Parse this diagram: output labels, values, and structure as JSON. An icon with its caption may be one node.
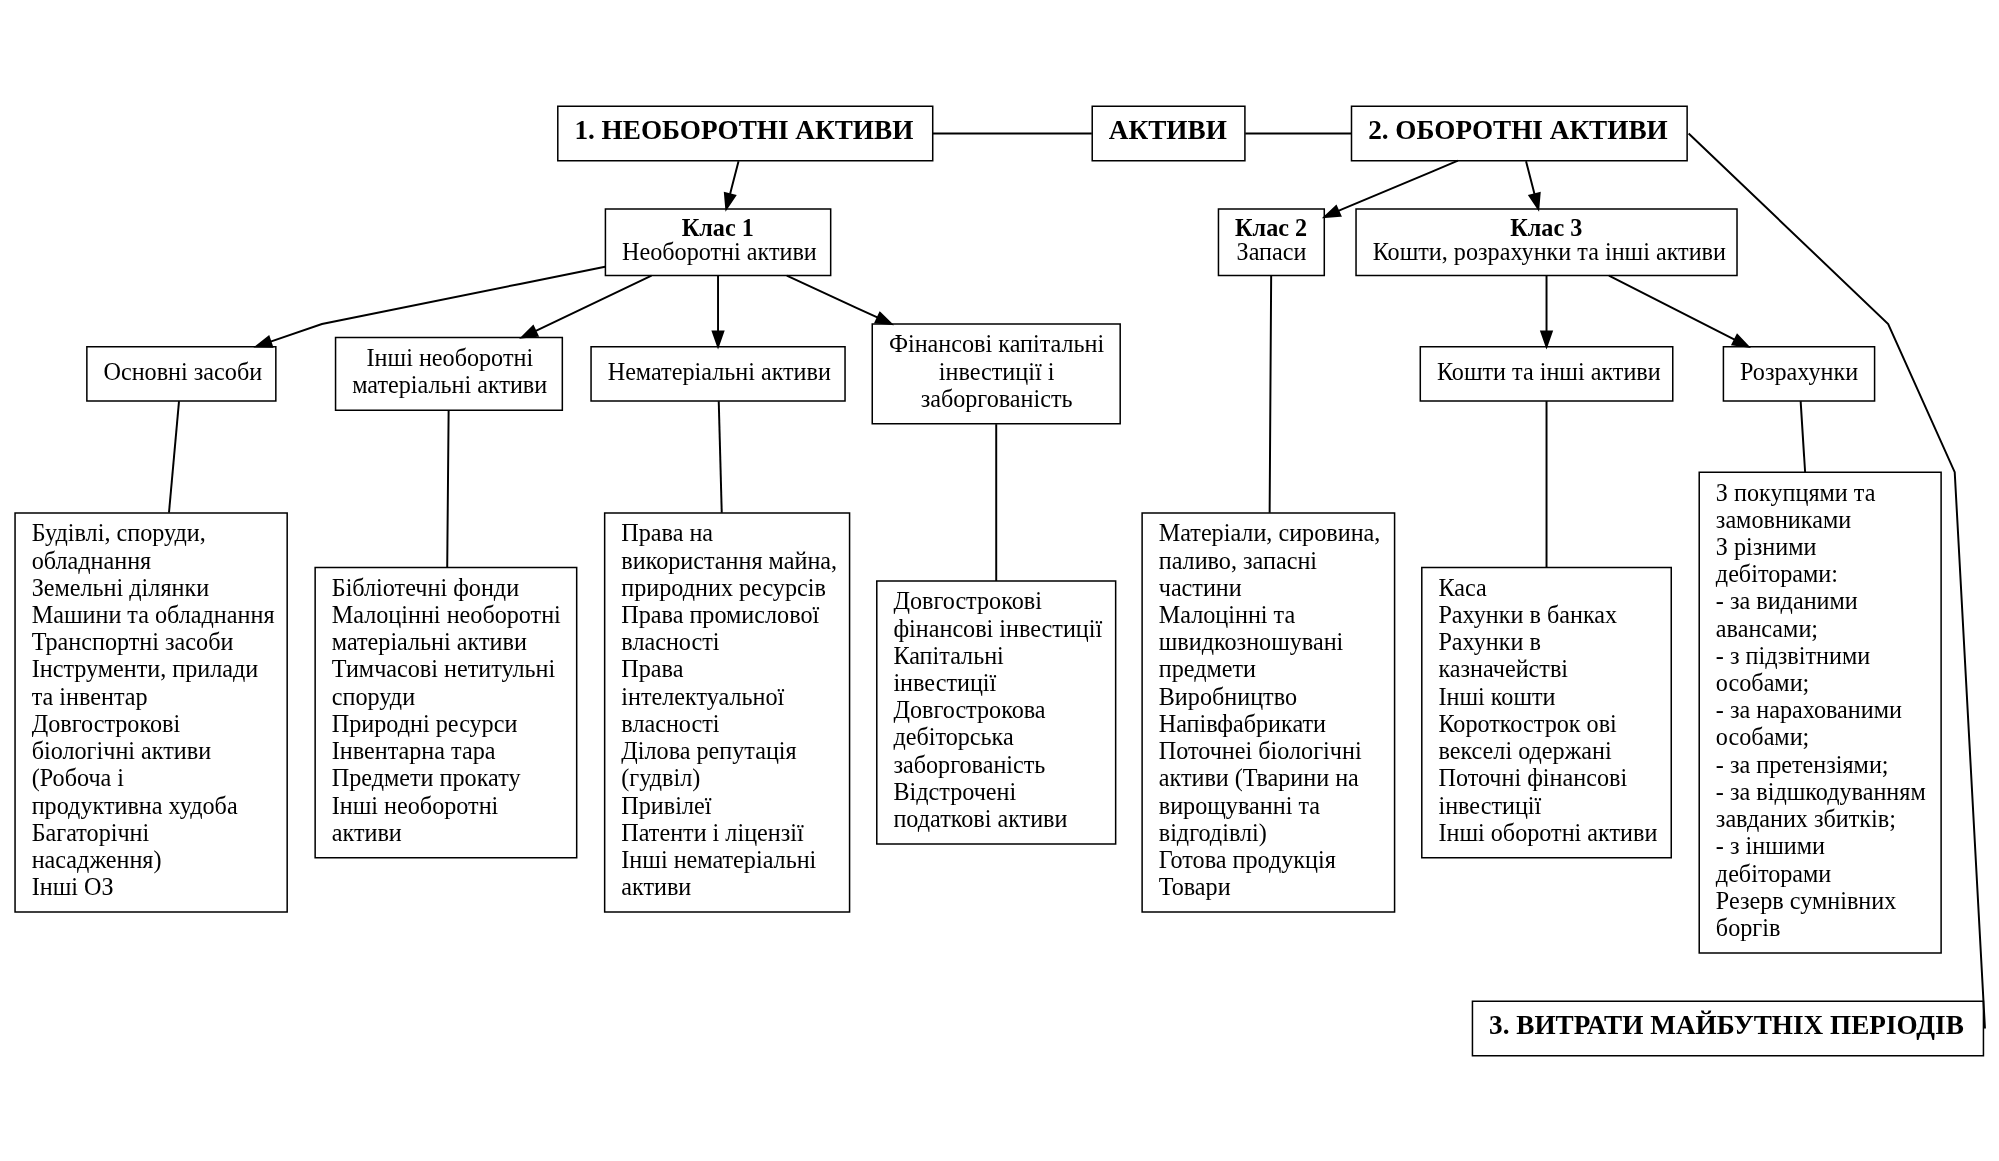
{
  "diagram": {
    "nodes": [
      {
        "text": [
          "АКТИВИ"
        ]
      },
      {
        "text": [
          "1. НЕОБОРОТНІ АКТИВИ"
        ]
      },
      {
        "text": [
          "2. ОБОРОТНІ АКТИВИ"
        ]
      },
      {
        "text": [
          "Клас 1",
          "Необоротні активи"
        ]
      },
      {
        "text": [
          "Клас 2",
          "Запаси"
        ]
      },
      {
        "text": [
          "Клас 3",
          "Кошти, розрахунки та інші активи"
        ]
      },
      {
        "text": [
          "Основні засоби"
        ]
      },
      {
        "text": [
          "Інші необоротні матеріальні активи"
        ]
      },
      {
        "text": [
          "Нематеріальні активи"
        ]
      },
      {
        "text": [
          "Фінансові капітальні інвестиції і заборгованість"
        ]
      },
      {
        "text": [
          "Кошти та інші активи"
        ]
      },
      {
        "text": [
          "Розрахунки"
        ]
      },
      {
        "text": [
          "Будівлі, споруди, обладнання",
          "Земельні ділянки",
          "Машини та обладнання",
          "Транспортні засоби",
          "Інструменти, прилади та інвентар",
          "Довгострокові біологічні активи (Робоча і продуктивна худоба Багаторічні насадження)",
          "Інші ОЗ"
        ]
      },
      {
        "text": [
          "Бібліотечні фонди",
          "Малоцінні необоротні матеріальні активи",
          "Тимчасові нетитульні споруди",
          "Природні ресурси",
          "Інвентарна тара",
          "Предмети прокату",
          "Інші необоротні активи"
        ]
      },
      {
        "text": [
          "Права на використання майна, природних ресурсів",
          "Права промислової власності",
          "Права інтелектуальної власності",
          "Ділова репутація (гудвіл)",
          "Привілеї",
          "Патенти і ліцензії",
          "Інші нематеріальні активи"
        ]
      },
      {
        "text": [
          "Довгострокові фінансові інвестиції",
          "Капітальні інвестиції",
          "Довгострокова дебіторська заборгованість",
          "Відстрочені податкові активи"
        ]
      },
      {
        "text": [
          "Матеріали, сировина, паливо, запасні частини",
          "Малоцінні та швидкозношувані предмети",
          "Виробництво",
          "Напівфабрикати",
          "Поточнеі біологічні активи (Тварини на вирощуванні та відгодівлі)",
          "Готова продукція",
          "Товари"
        ]
      },
      {
        "text": [
          "Каса",
          "Рахунки в банках",
          "Рахунки в казначействі",
          "Інші кошти",
          "Короткострок ові векселі одержані",
          "Поточні фінансові інвестиції",
          "Інші оборотні активи"
        ]
      },
      {
        "text": [
          "З покупцями та замовниками",
          "З різними дебіторами:",
          "- за виданими авансами;",
          "- з підзвітними особами;",
          "- за нарахованими особами;",
          "- за претензіями;",
          "- за відшкодуванням завданих збитків;",
          "- з іншими дебіторами",
          "Резерв сумнівних боргів"
        ]
      },
      {
        "text": [
          "3. ВИТРАТИ МАЙБУТНІХ ПЕРІОДІВ"
        ]
      }
    ],
    "edges": [
      {
        "from": 0,
        "to": 1,
        "arrow": "none"
      },
      {
        "from": 0,
        "to": 2,
        "arrow": "none"
      },
      {
        "from": 1,
        "to": 3,
        "arrow": "to"
      },
      {
        "from": 2,
        "to": 4,
        "arrow": "to"
      },
      {
        "from": 2,
        "to": 5,
        "arrow": "to"
      },
      {
        "from": 3,
        "to": 6,
        "arrow": "to"
      },
      {
        "from": 3,
        "to": 7,
        "arrow": "to"
      },
      {
        "from": 3,
        "to": 8,
        "arrow": "to"
      },
      {
        "from": 3,
        "to": 9,
        "arrow": "to"
      },
      {
        "from": 5,
        "to": 10,
        "arrow": "to"
      },
      {
        "from": 5,
        "to": 11,
        "arrow": "to"
      },
      {
        "from": 6,
        "to": 12,
        "arrow": "none"
      },
      {
        "from": 7,
        "to": 13,
        "arrow": "none"
      },
      {
        "from": 8,
        "to": 14,
        "arrow": "none"
      },
      {
        "from": 9,
        "to": 15,
        "arrow": "none"
      },
      {
        "from": 4,
        "to": 16,
        "arrow": "none"
      },
      {
        "from": 10,
        "to": 17,
        "arrow": "none"
      },
      {
        "from": 11,
        "to": 18,
        "arrow": "none"
      },
      {
        "from": 2,
        "to": 19,
        "arrow": "none"
      }
    ]
  }
}
